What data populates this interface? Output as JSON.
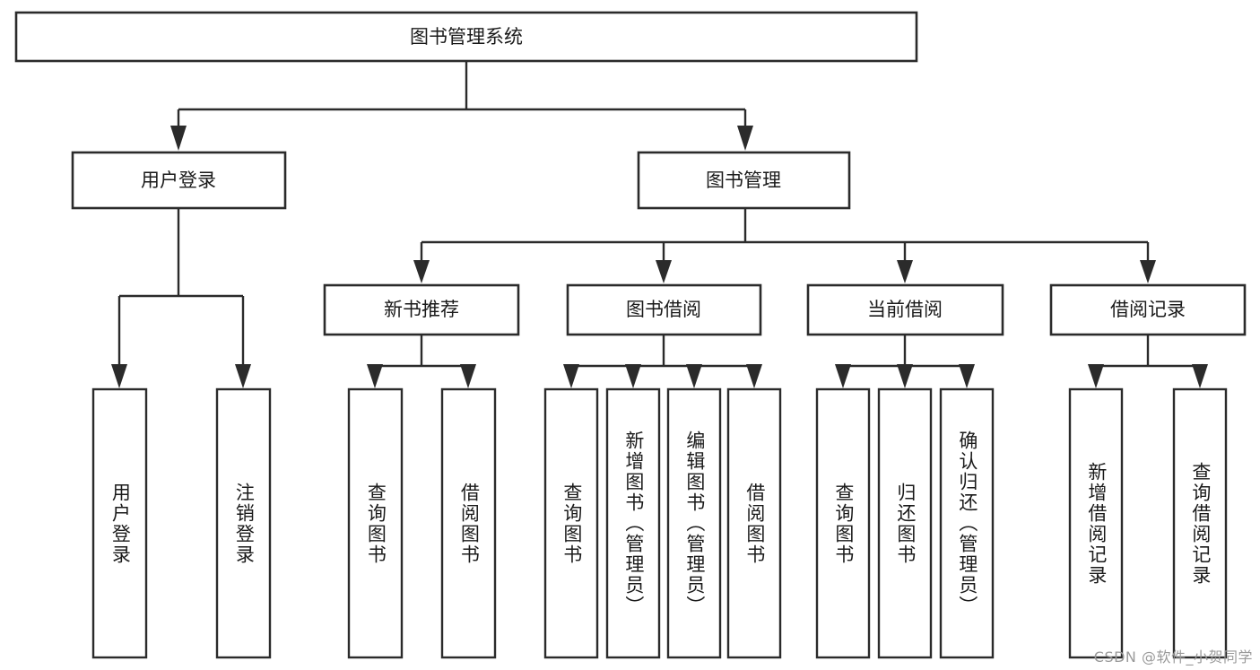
{
  "diagram": {
    "type": "tree-hierarchy-chart",
    "title": "图书管理系统",
    "background_color": "#ffffff",
    "line_color": "#2b2b2b",
    "text_color": "#1a1a1a",
    "levels": {
      "root": {
        "label": "图书管理系统"
      },
      "level2": [
        {
          "id": "user-login",
          "label": "用户登录"
        },
        {
          "id": "book-management",
          "label": "图书管理"
        }
      ],
      "level3": [
        {
          "id": "new-book-recommend",
          "label": "新书推荐",
          "parent": "book-management"
        },
        {
          "id": "book-borrow",
          "label": "图书借阅",
          "parent": "book-management"
        },
        {
          "id": "current-borrow",
          "label": "当前借阅",
          "parent": "book-management"
        },
        {
          "id": "borrow-record",
          "label": "借阅记录",
          "parent": "book-management"
        }
      ],
      "leaves": [
        {
          "id": "leaf-user-login",
          "label": "用户登录",
          "parent": "user-login"
        },
        {
          "id": "leaf-logout",
          "label": "注销登录",
          "parent": "user-login"
        },
        {
          "id": "leaf-query-book-1",
          "label": "查询图书",
          "parent": "new-book-recommend"
        },
        {
          "id": "leaf-borrow-book-1",
          "label": "借阅图书",
          "parent": "new-book-recommend"
        },
        {
          "id": "leaf-query-book-2",
          "label": "查询图书",
          "parent": "book-borrow"
        },
        {
          "id": "leaf-add-book",
          "label": "新增图书（管理员）",
          "parent": "book-borrow"
        },
        {
          "id": "leaf-edit-book",
          "label": "编辑图书（管理员）",
          "parent": "book-borrow"
        },
        {
          "id": "leaf-borrow-book-2",
          "label": "借阅图书",
          "parent": "book-borrow"
        },
        {
          "id": "leaf-query-book-3",
          "label": "查询图书",
          "parent": "current-borrow"
        },
        {
          "id": "leaf-return-book",
          "label": "归还图书",
          "parent": "current-borrow"
        },
        {
          "id": "leaf-confirm-return",
          "label": "确认归还（管理员）",
          "parent": "current-borrow"
        },
        {
          "id": "leaf-add-record",
          "label": "新增借阅记录",
          "parent": "borrow-record"
        },
        {
          "id": "leaf-query-record",
          "label": "查询借阅记录",
          "parent": "borrow-record"
        }
      ]
    },
    "watermark": "CSDN @软件_小贺同学"
  }
}
